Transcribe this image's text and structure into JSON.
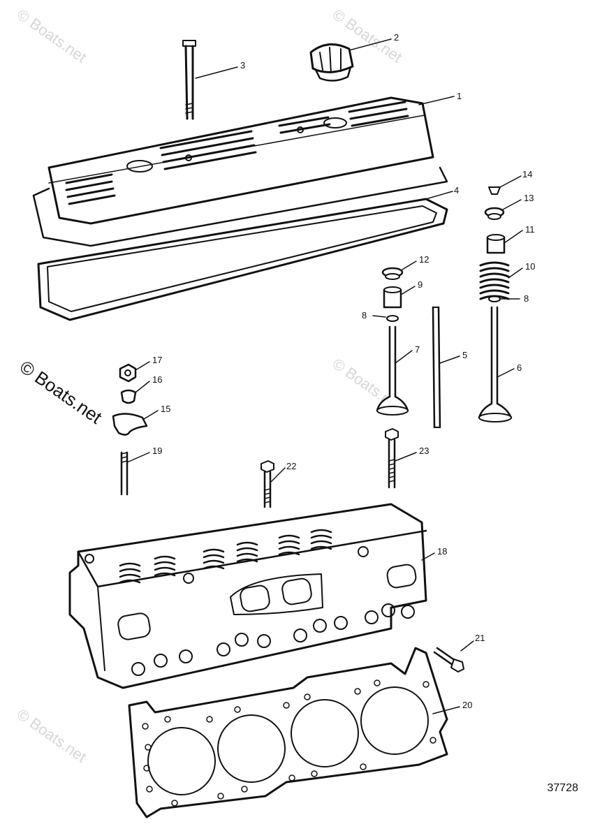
{
  "watermark": {
    "small_text": "© Boats.net",
    "big_text": "© Boats.net"
  },
  "figure_number": "37728",
  "callouts": [
    "1",
    "2",
    "3",
    "4",
    "5",
    "6",
    "7",
    "8",
    "8",
    "9",
    "10",
    "11",
    "12",
    "13",
    "14",
    "15",
    "16",
    "17",
    "18",
    "19",
    "20",
    "21",
    "22",
    "23"
  ],
  "parts": [
    "valve-cover",
    "oil-fill-cap",
    "cover-bolt",
    "cover-gasket",
    "pushrod",
    "intake-valve",
    "exhaust-valve",
    "valve-seal",
    "valve-spring",
    "rotator",
    "shield",
    "retainer",
    "valve-lock",
    "rocker-arm",
    "pivot-ball",
    "rocker-nut",
    "cylinder-head",
    "rocker-stud",
    "head-gasket",
    "head-bolt-short",
    "head-bolt-stud",
    "head-bolt-long"
  ]
}
